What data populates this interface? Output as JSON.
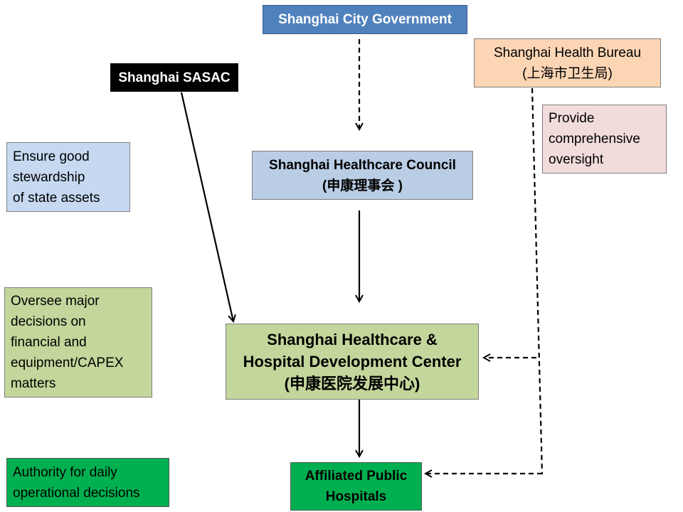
{
  "nodes": {
    "city_government": {
      "label": "Shanghai City Government",
      "fill": "#4F81BD",
      "text_color": "#ffffff"
    },
    "sasac": {
      "label": "Shanghai SASAC",
      "fill": "#000000",
      "text_color": "#ffffff"
    },
    "health_bureau": {
      "line1": "Shanghai Health Bureau",
      "line2": "(上海市卫生局)",
      "fill": "#FCD5B5"
    },
    "healthcare_council": {
      "line1": "Shanghai Healthcare Council",
      "line2": "(申康理事会 )",
      "fill": "#B9CDE5"
    },
    "development_center": {
      "line1": "Shanghai Healthcare &",
      "line2": "Hospital Development Center",
      "line3": "(申康医院发展中心)",
      "fill": "#C3D69B"
    },
    "affiliated_hospitals": {
      "line1": "Affiliated Public",
      "line2": "Hospitals",
      "fill": "#00B050"
    }
  },
  "notes": {
    "oversight": {
      "line1": "Provide",
      "line2": "comprehensive",
      "line3": "oversight",
      "fill": "#F2DCDB"
    },
    "stewardship": {
      "line1": "Ensure good",
      "line2": "stewardship",
      "line3": "of state assets",
      "fill": "#C6D9F1"
    },
    "major_decisions": {
      "line1": "Oversee major",
      "line2": "decisions on",
      "line3": "financial and",
      "line4": "equipment/CAPEX",
      "line5": "matters",
      "fill": "#C3D69B"
    },
    "daily_operations": {
      "line1": "Authority for daily",
      "line2": "operational decisions",
      "fill": "#00B050"
    }
  },
  "connectors": {
    "solid": "#000000",
    "dashed": "#000000"
  }
}
